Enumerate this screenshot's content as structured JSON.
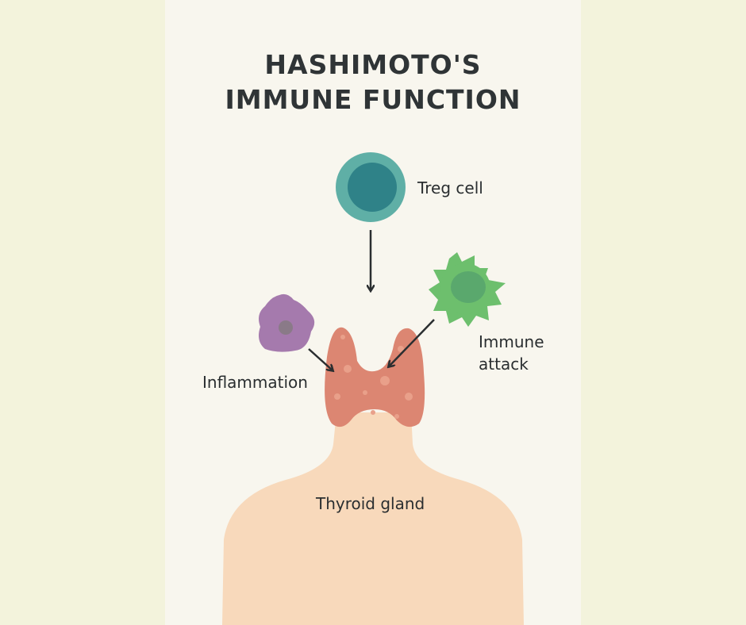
{
  "title": {
    "line1": "HASHIMOTO'S",
    "line2": "IMMUNE FUNCTION"
  },
  "labels": {
    "treg": "Treg cell",
    "immune_attack_1": "Immune",
    "immune_attack_2": "attack",
    "inflammation": "Inflammation",
    "thyroid": "Thyroid gland"
  },
  "colors": {
    "background": "#f3f3dc",
    "panel": "#f8f6ee",
    "treg_outer": "#5fafa6",
    "treg_inner": "#2f8288",
    "immune_cell": "#6dbf6d",
    "inflammation_cell": "#a57aad",
    "thyroid": "#dc8672",
    "body": "#f8d9bb"
  }
}
